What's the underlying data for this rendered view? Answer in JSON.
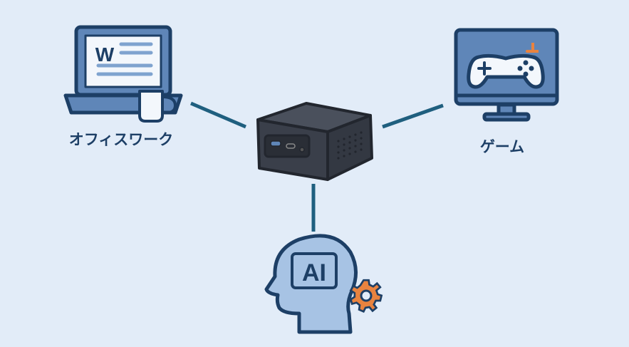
{
  "diagram": {
    "center": {
      "name": "mini-pc"
    },
    "nodes": [
      {
        "label": "オフィスワーク",
        "icon": "laptop-word-icon"
      },
      {
        "label": "ゲーム",
        "icon": "monitor-gamepad-icon"
      },
      {
        "label": "",
        "icon": "ai-head-gear-icon",
        "badge": "AI"
      }
    ],
    "laptop_letter": "W"
  },
  "colors": {
    "background": "#e2ecf8",
    "line": "#1f5f7f",
    "outline": "#1d3f66",
    "fill": "#5f86b8",
    "accent": "#e9833f",
    "device": "#3a3f4a"
  }
}
